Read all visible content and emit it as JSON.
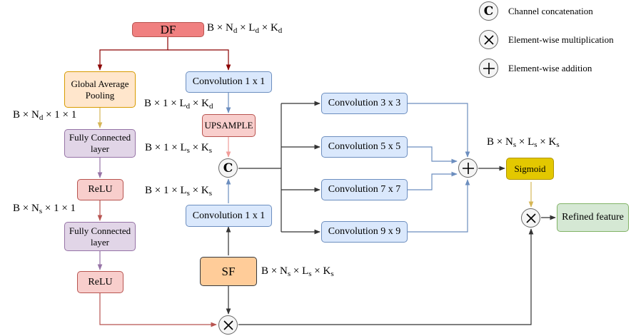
{
  "legend": {
    "concat": {
      "symbol": "C",
      "label": "Channel concatenation"
    },
    "multiply": {
      "label": "Element-wise multiplication"
    },
    "add": {
      "label": "Element-wise addition"
    }
  },
  "nodes": {
    "df": "DF",
    "sf": "SF",
    "gap": "Global Average Pooling",
    "fc1": "Fully Connected layer",
    "relu1": "ReLU",
    "fc2": "Fully Connected layer",
    "relu2": "ReLU",
    "conv_df": "Convolution 1 x 1",
    "upsample": "UPSAMPLE",
    "conv_sf": "Convolution 1 x 1",
    "conv3": "Convolution 3 x 3",
    "conv5": "Convolution 5 x 5",
    "conv7": "Convolution 7 x 7",
    "conv9": "Convolution 9 x 9",
    "sigmoid": "Sigmoid",
    "refined": "Refined feature",
    "concat_symbol": "C"
  },
  "shapes": {
    "df": {
      "a": "B",
      "x1": "×",
      "b": "N",
      "b_sub": "d",
      "x2": "×",
      "c": "L",
      "c_sub": "d",
      "x3": "×",
      "d": "K",
      "d_sub": "d"
    },
    "gap_out": {
      "a": "B",
      "x1": "×",
      "b": "N",
      "b_sub": "d",
      "x2": "×",
      "c": "1",
      "x3": "×",
      "d": "1"
    },
    "conv_df_out": {
      "a": "B",
      "x1": "×",
      "b": "1",
      "x2": "×",
      "c": "L",
      "c_sub": "d",
      "x3": "×",
      "d": "K",
      "d_sub": "d"
    },
    "upsample_out": {
      "a": "B",
      "x1": "×",
      "b": "1",
      "x2": "×",
      "c": "L",
      "c_sub": "s",
      "x3": "×",
      "d": "K",
      "d_sub": "s"
    },
    "conv_sf_out": {
      "a": "B",
      "x1": "×",
      "b": "1",
      "x2": "×",
      "c": "L",
      "c_sub": "s",
      "x3": "×",
      "d": "K",
      "d_sub": "s"
    },
    "fc_out": {
      "a": "B",
      "x1": "×",
      "b": "N",
      "b_sub": "s",
      "x2": "×",
      "c": "1",
      "x3": "×",
      "d": "1"
    },
    "sf": {
      "a": "B",
      "x1": "×",
      "b": "N",
      "b_sub": "s",
      "x2": "×",
      "c": "L",
      "c_sub": "s",
      "x3": "×",
      "d": "K",
      "d_sub": "s"
    },
    "sum_out": {
      "a": "B",
      "x1": "×",
      "b": "N",
      "b_sub": "s",
      "x2": "×",
      "c": "L",
      "c_sub": "s",
      "x3": "×",
      "d": "K",
      "d_sub": "s"
    }
  },
  "colors": {
    "dark_red_line": "#8b0000",
    "blue_line": "#6c8ebf",
    "dark_line": "#333333",
    "gold_line": "#d6b656",
    "purple_line": "#9673a6",
    "red_line": "#b85450",
    "pink_line": "#f19c99"
  }
}
